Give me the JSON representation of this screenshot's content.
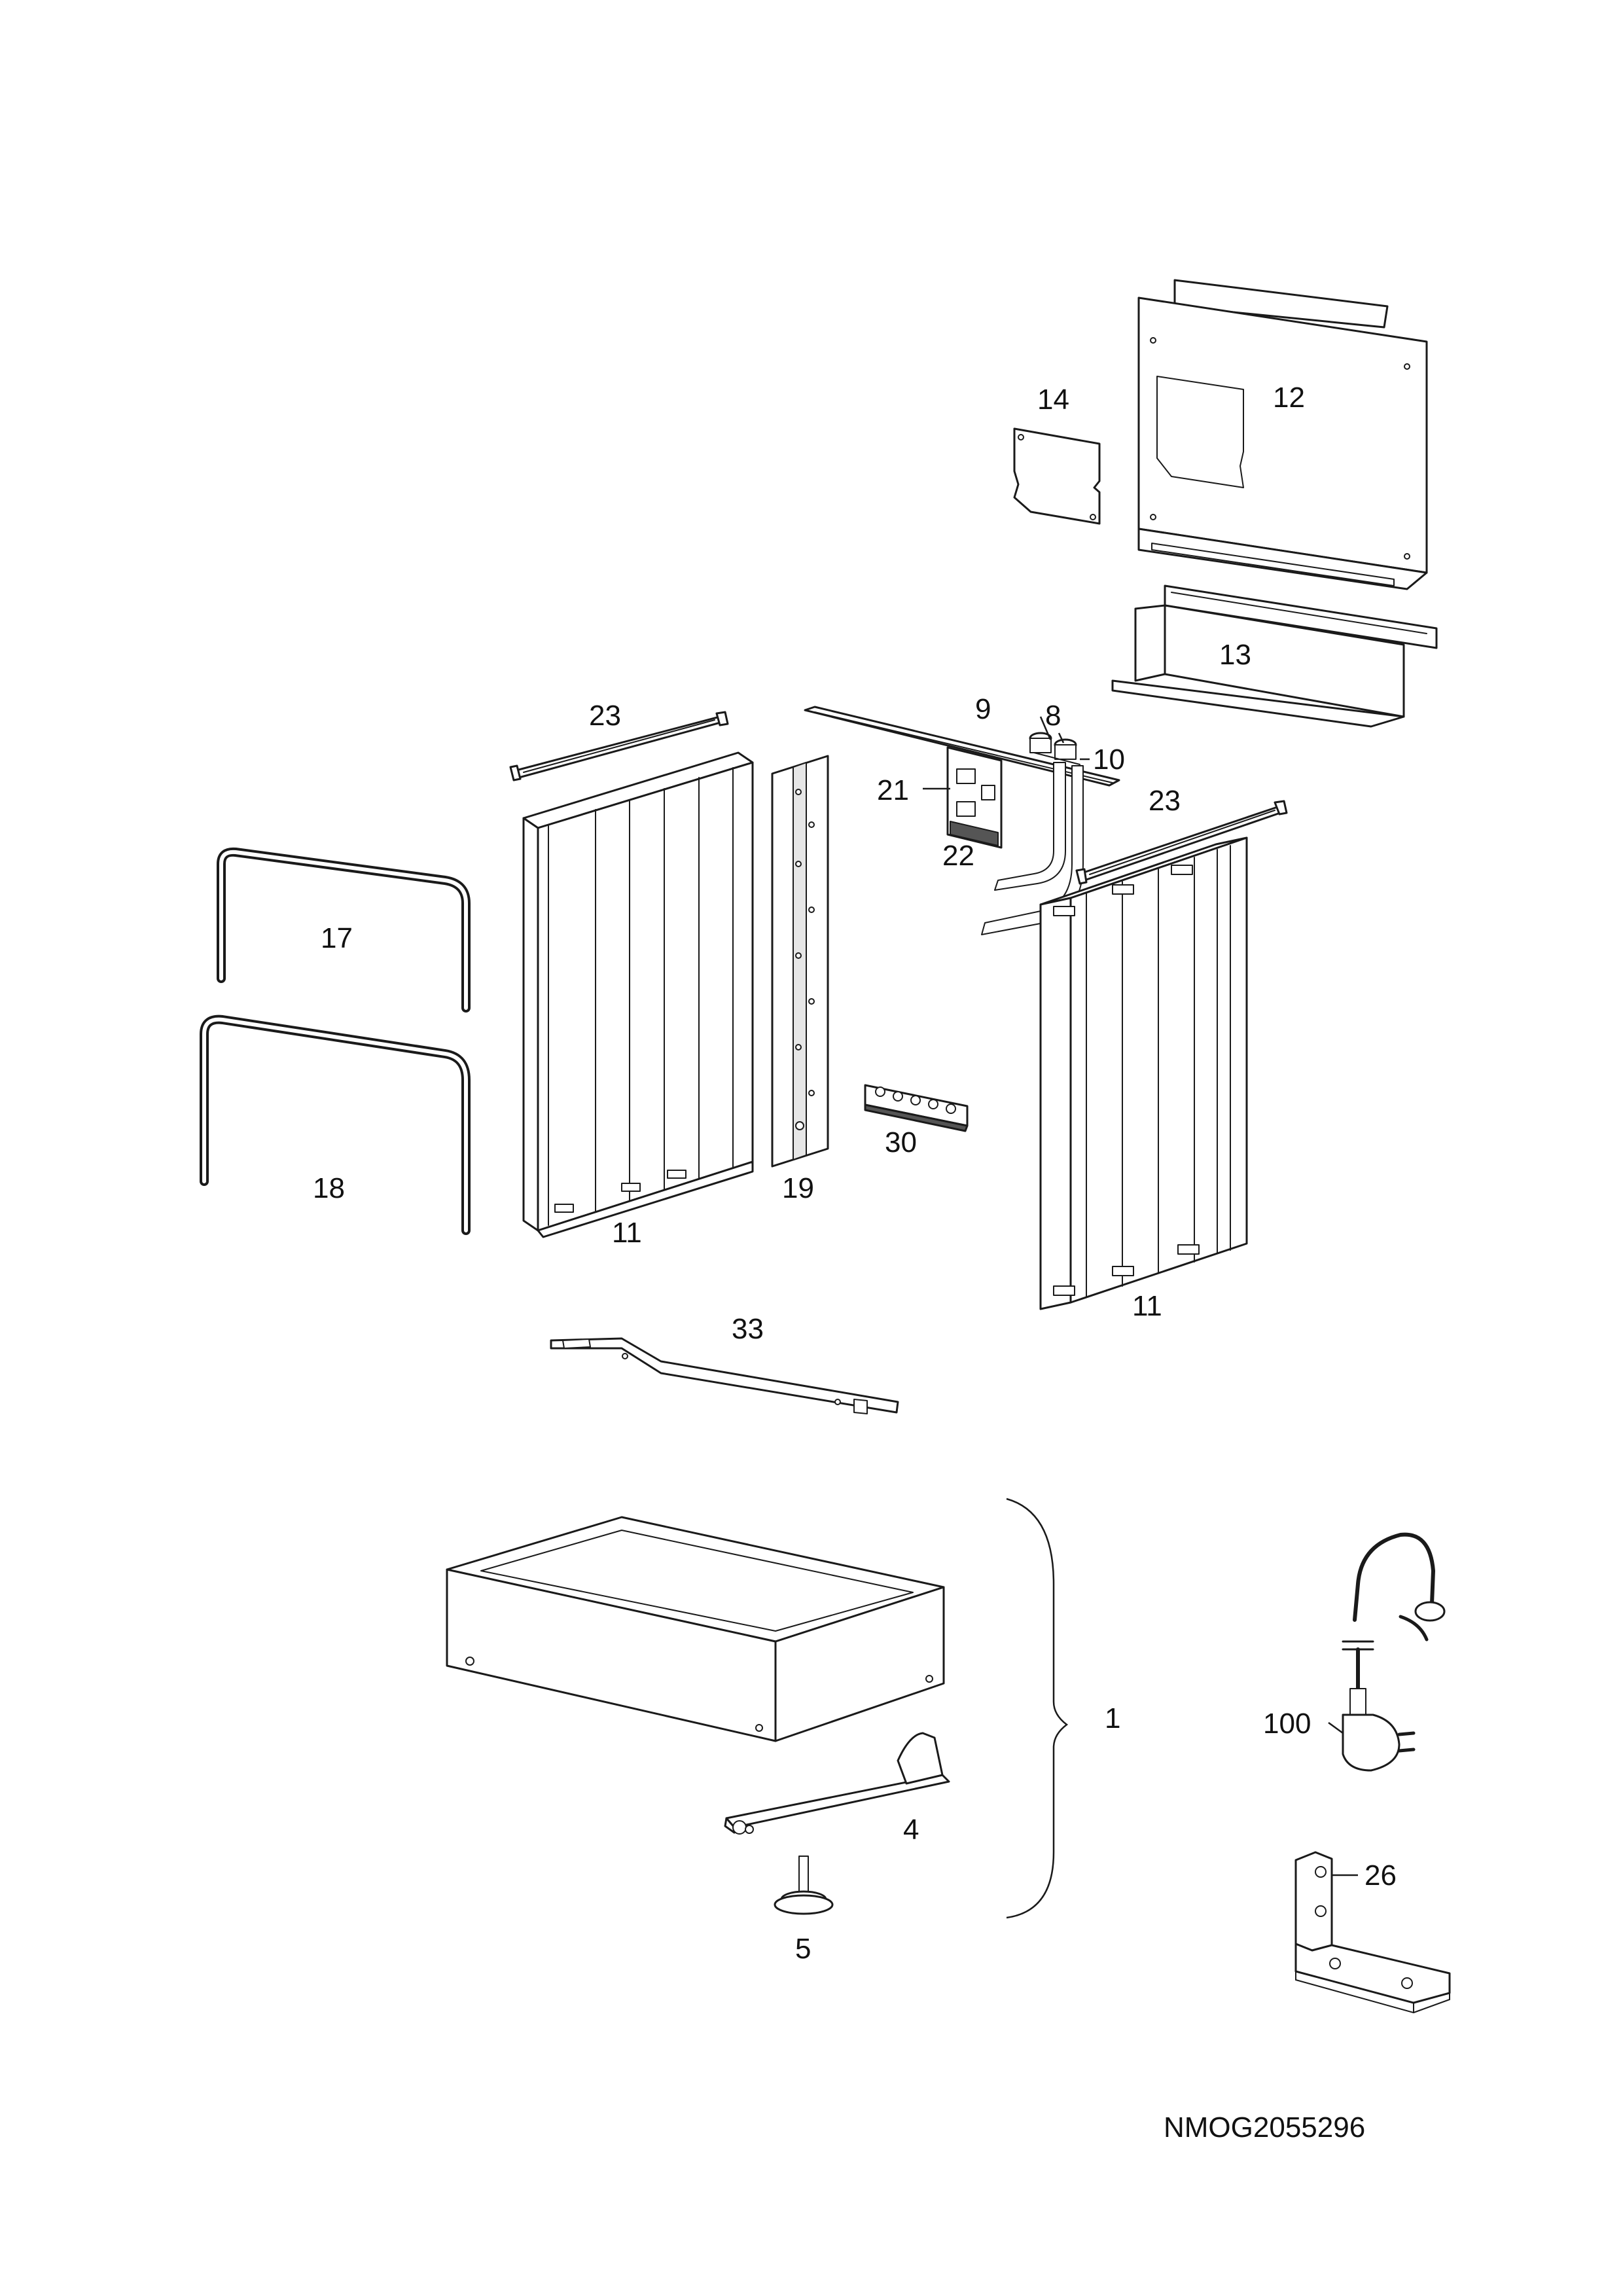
{
  "diagram_code": "NMOG2055296",
  "callouts": {
    "c1": "1",
    "c4": "4",
    "c5": "5",
    "c8": "8",
    "c9": "9",
    "c10": "10",
    "c11a": "11",
    "c11b": "11",
    "c12": "12",
    "c13": "13",
    "c14": "14",
    "c17": "17",
    "c18": "18",
    "c19": "19",
    "c21": "21",
    "c22": "22",
    "c23a": "23",
    "c23b": "23",
    "c26": "26",
    "c30": "30",
    "c33": "33",
    "c100": "100"
  }
}
